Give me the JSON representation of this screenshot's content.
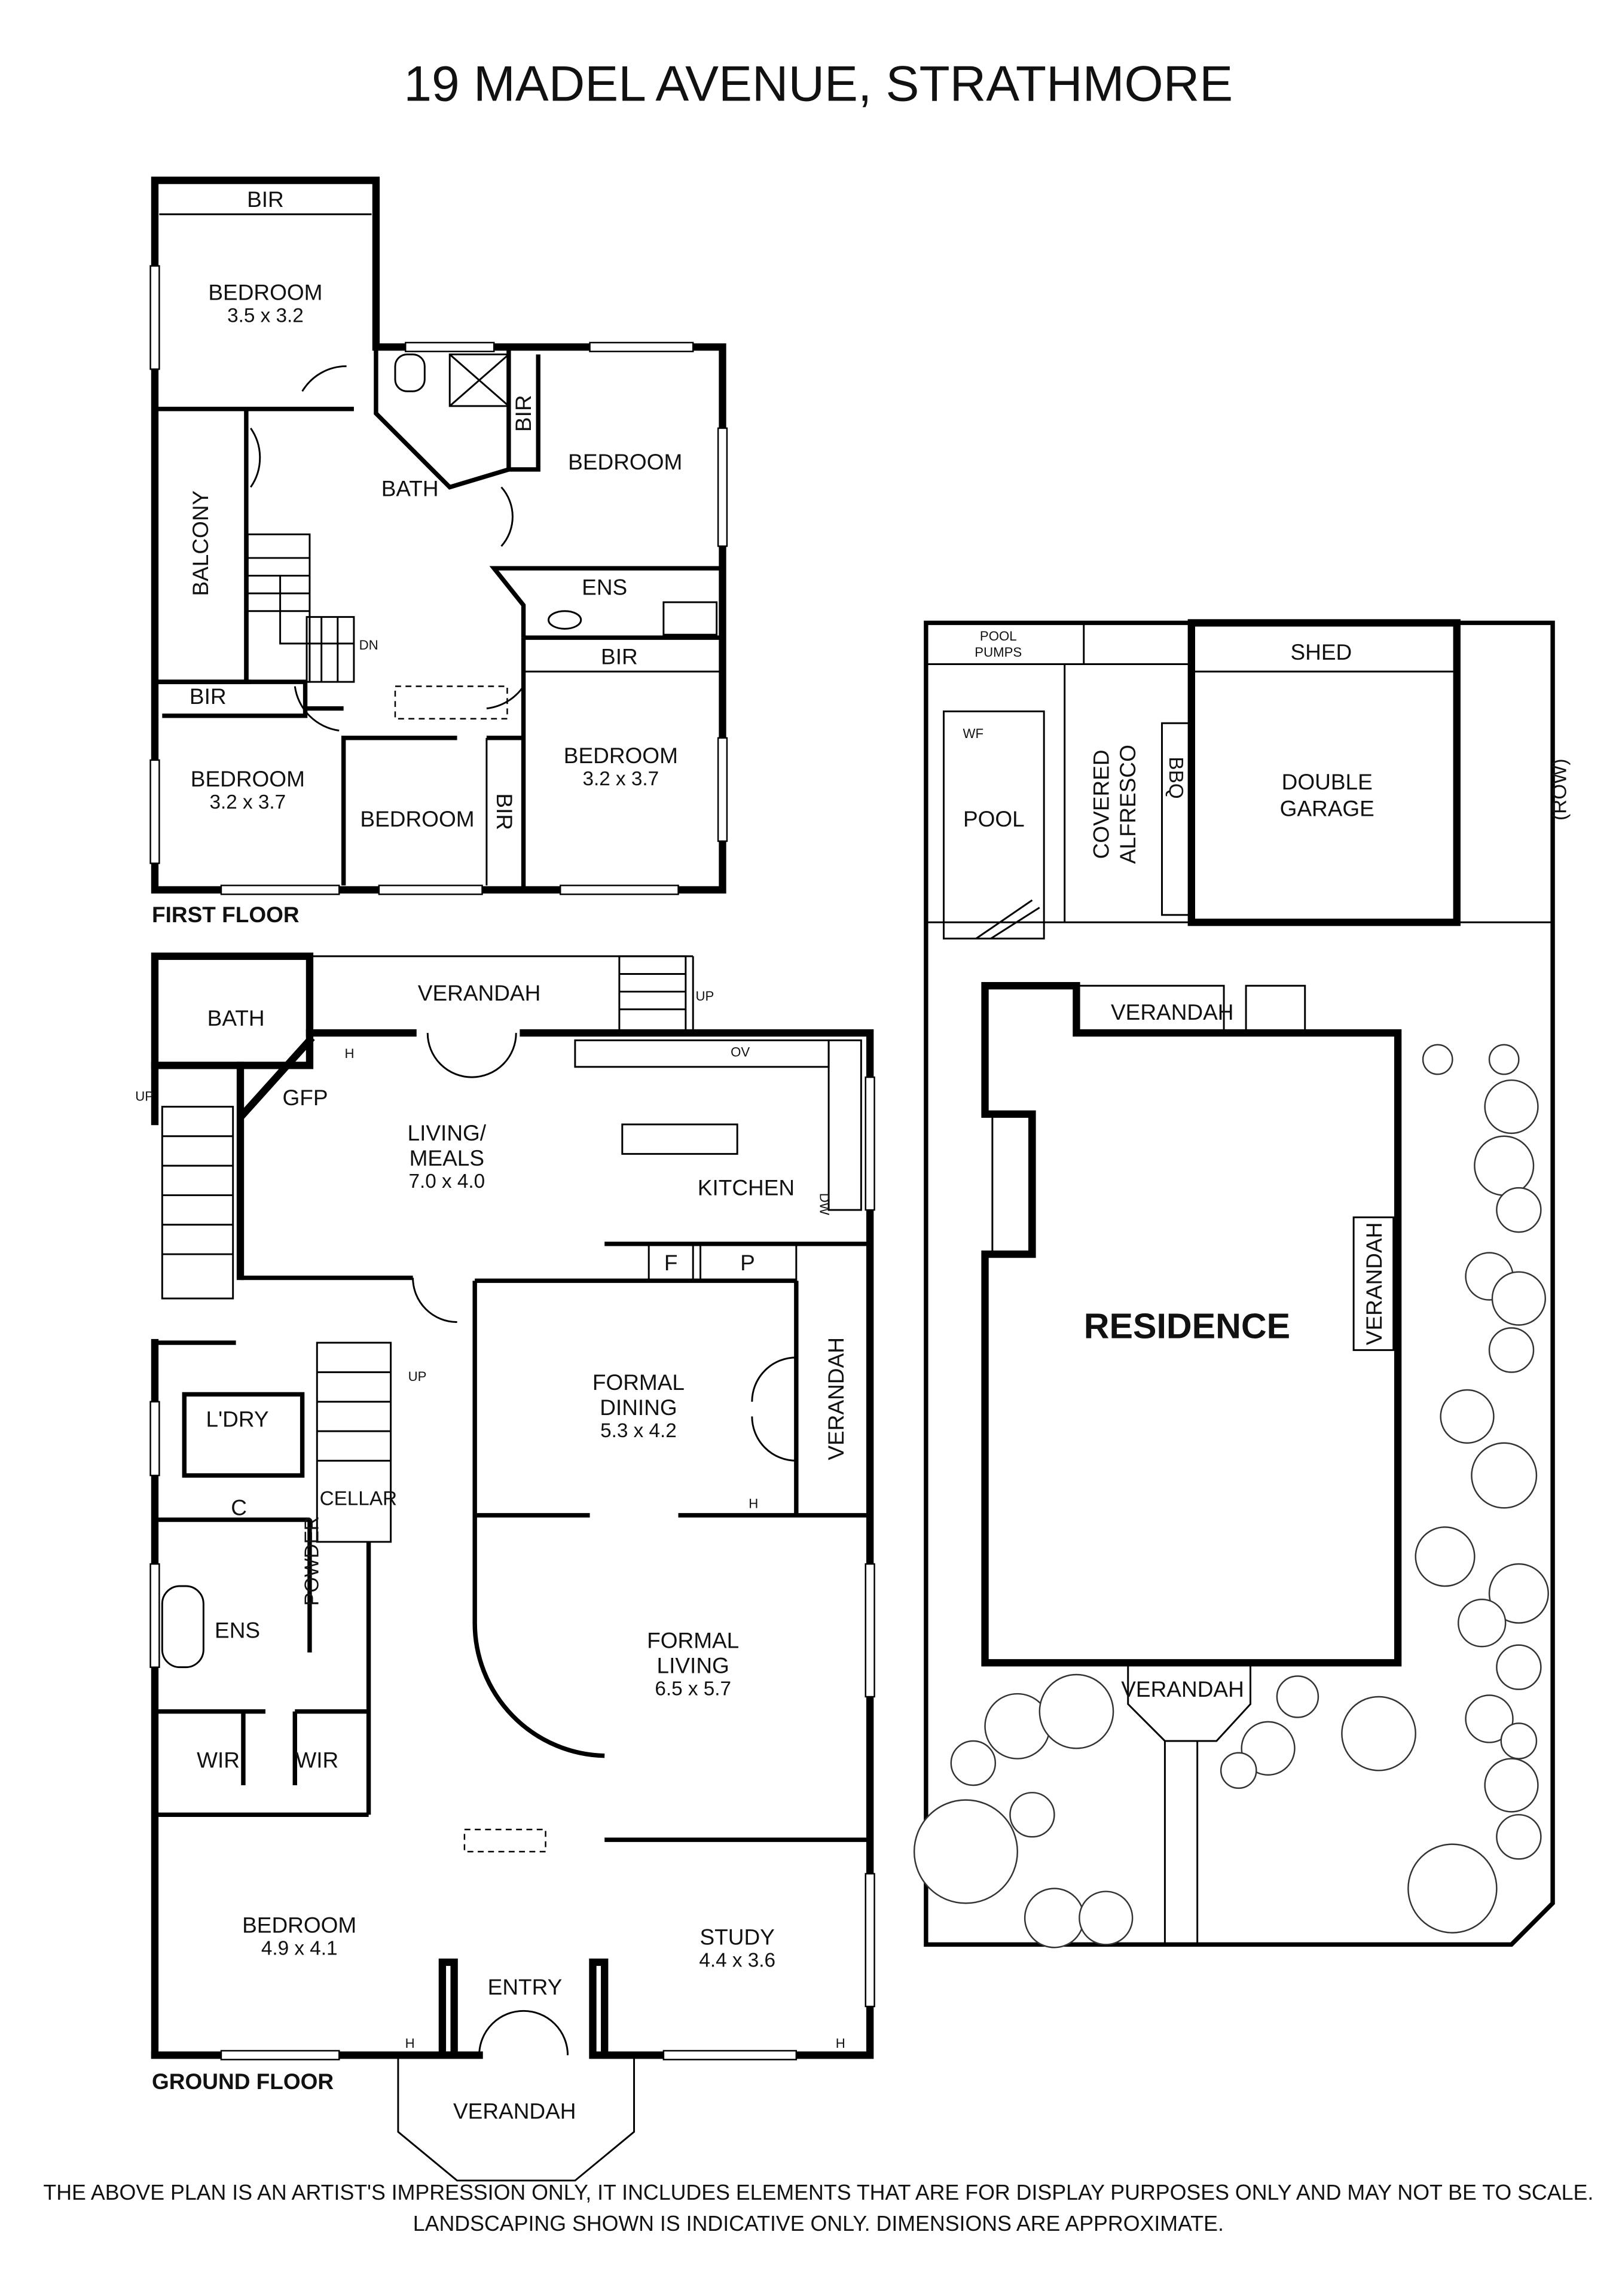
{
  "title": "19 MADEL AVENUE, STRATHMORE",
  "first_floor": {
    "label": "FIRST FLOOR",
    "rooms": [
      {
        "name": "BIR"
      },
      {
        "name": "BEDROOM",
        "dims": "3.5 x 3.2"
      },
      {
        "name": "BIR"
      },
      {
        "name": "BEDROOM"
      },
      {
        "name": "BATH"
      },
      {
        "name": "BALCONY"
      },
      {
        "name": "ENS"
      },
      {
        "name": "DN"
      },
      {
        "name": "BIR"
      },
      {
        "name": "BIR"
      },
      {
        "name": "BEDROOM",
        "dims": "3.2 x 3.7"
      },
      {
        "name": "BEDROOM"
      },
      {
        "name": "BIR"
      },
      {
        "name": "BEDROOM",
        "dims": "3.2 x 3.7"
      }
    ]
  },
  "ground_floor": {
    "label": "GROUND FLOOR",
    "rooms": [
      {
        "name": "BATH"
      },
      {
        "name": "VERANDAH"
      },
      {
        "name": "UP"
      },
      {
        "name": "GFP"
      },
      {
        "name": "LIVING/",
        "name2": "MEALS",
        "dims": "7.0 x 4.0"
      },
      {
        "name": "KITCHEN"
      },
      {
        "name": "OV"
      },
      {
        "name": "DW"
      },
      {
        "name": "F"
      },
      {
        "name": "P"
      },
      {
        "name": "UP"
      },
      {
        "name": "L'DRY"
      },
      {
        "name": "UP"
      },
      {
        "name": "CELLAR"
      },
      {
        "name": "FORMAL",
        "name2": "DINING",
        "dims": "5.3 x 4.2"
      },
      {
        "name": "VERANDAH"
      },
      {
        "name": "C"
      },
      {
        "name": "POWDER"
      },
      {
        "name": "ENS"
      },
      {
        "name": "FORMAL",
        "name2": "LIVING",
        "dims": "6.5 x 5.7"
      },
      {
        "name": "WIR"
      },
      {
        "name": "WIR"
      },
      {
        "name": "BEDROOM",
        "dims": "4.9 x 4.1"
      },
      {
        "name": "STUDY",
        "dims": "4.4 x 3.6"
      },
      {
        "name": "ENTRY"
      },
      {
        "name": "VERANDAH"
      },
      {
        "name": "H"
      }
    ]
  },
  "site_plan": {
    "labels": [
      {
        "name": "POOL",
        "name2": "PUMPS"
      },
      {
        "name": "SHED"
      },
      {
        "name": "WF"
      },
      {
        "name": "POOL"
      },
      {
        "name": "COVERED",
        "name2": "ALFRESCO"
      },
      {
        "name": "BBQ"
      },
      {
        "name": "DOUBLE",
        "name2": "GARAGE"
      },
      {
        "name": "(ROW)"
      },
      {
        "name": "VERANDAH"
      },
      {
        "name": "RESIDENCE"
      },
      {
        "name": "VERANDAH"
      },
      {
        "name": "VERANDAH"
      }
    ]
  },
  "disclaimer": {
    "line1": "THE ABOVE PLAN IS AN ARTIST'S IMPRESSION ONLY, IT INCLUDES ELEMENTS THAT ARE FOR DISPLAY PURPOSES ONLY AND MAY NOT BE TO SCALE.",
    "line2": "LANDSCAPING SHOWN IS INDICATIVE ONLY. DIMENSIONS ARE APPROXIMATE."
  }
}
